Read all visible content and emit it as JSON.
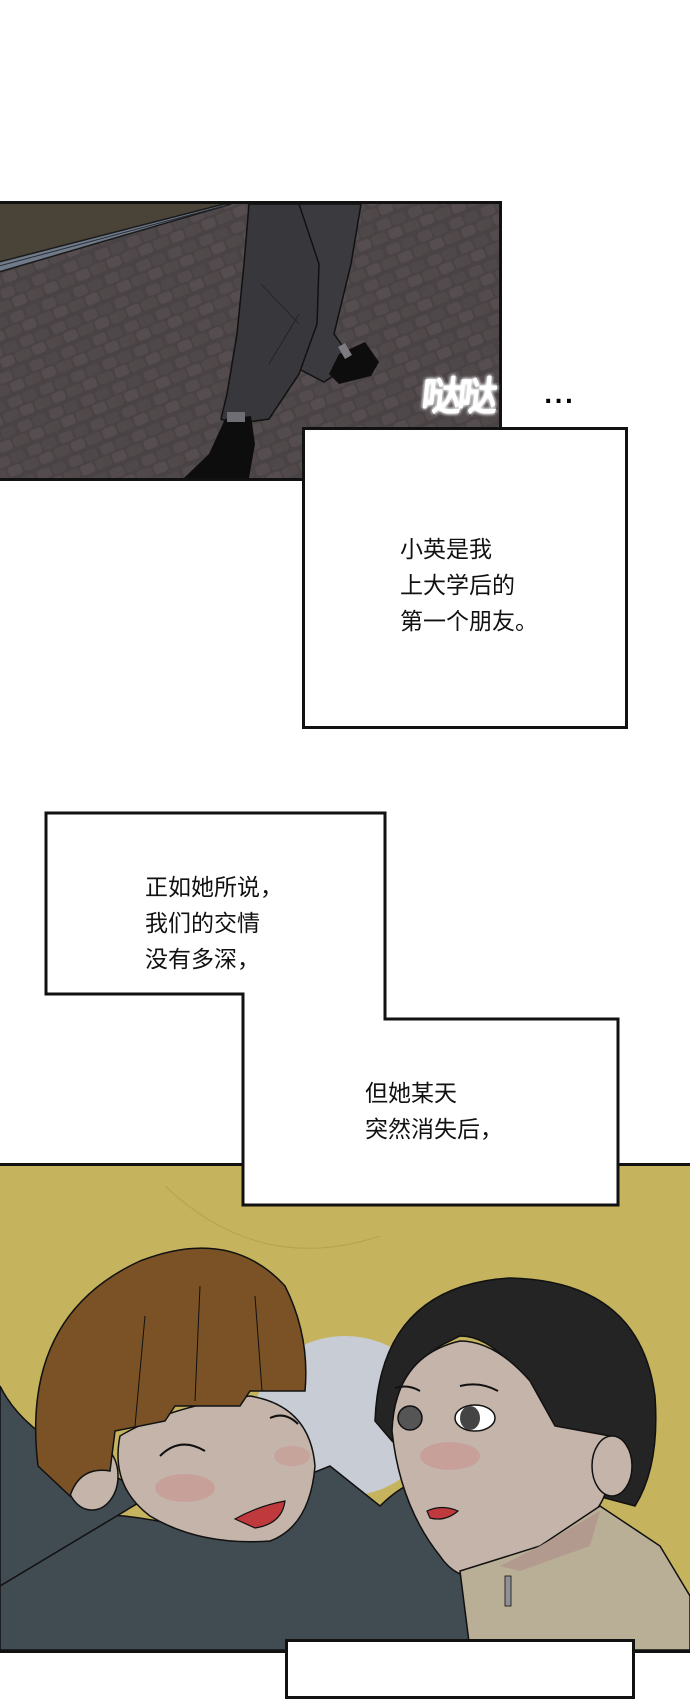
{
  "page": {
    "type": "webtoon-page",
    "background_color": "#ffffff"
  },
  "panels": [
    {
      "id": "street-panel",
      "description": "Close-up of a person's legs in dark grey trousers and black shoes walking on a cobblestone pavement at night",
      "colors": {
        "pavement": "#4b4446",
        "curb": "#6f7a8a",
        "grass": "#4a4438",
        "trousers": "#3b3a3e",
        "shoes": "#0d0d0d"
      }
    },
    {
      "id": "girls-panel",
      "description": "Two young women leaning close together; left one with brown bob haircut smiling with eyes closed in a dark hoodie, right one with black hair tied back glancing sideways in a beige jacket",
      "colors": {
        "background": "#c5b35e",
        "hoodie": "#414b52",
        "brown_hair": "#7a5226",
        "black_hair": "#232423",
        "skin": "#c4b4aa",
        "jacket": "#b9ae96",
        "lips": "#c0393c"
      }
    }
  ],
  "sfx": {
    "text": "哒哒",
    "trailing": "..."
  },
  "captions": [
    {
      "id": "caption-1",
      "lines": "小英是我\n上大学后的\n第一个朋友。"
    },
    {
      "id": "caption-2a",
      "lines": "正如她所说，\n我们的交情\n没有多深，"
    },
    {
      "id": "caption-2b",
      "lines": "但她某天\n突然消失后，"
    },
    {
      "id": "caption-3",
      "lines": ""
    }
  ]
}
